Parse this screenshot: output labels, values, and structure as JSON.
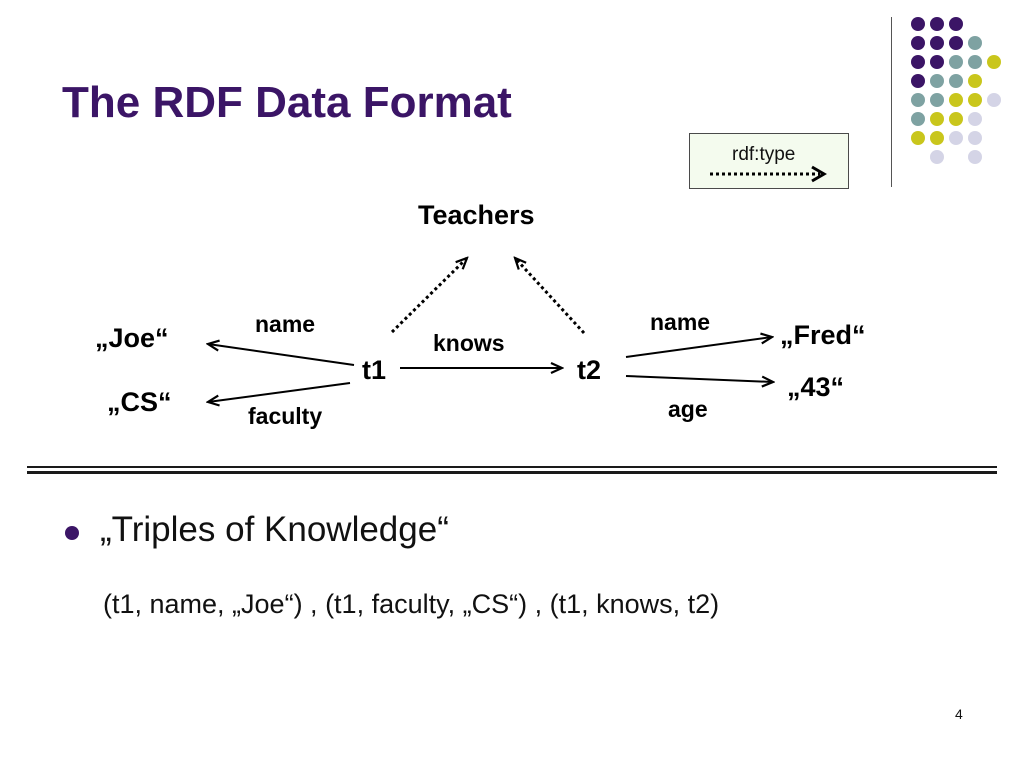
{
  "slide": {
    "title": "The RDF Data Format",
    "page_number": "4"
  },
  "legend": {
    "label": "rdf:type"
  },
  "diagram": {
    "nodes": {
      "teachers": "Teachers",
      "t1": "t1",
      "t2": "t2",
      "joe": "„Joe“",
      "cs": "„CS“",
      "fred": "„Fred“",
      "age_value": "„43“"
    },
    "edges": {
      "t1_name": "name",
      "t1_faculty": "faculty",
      "knows": "knows",
      "t2_name": "name",
      "t2_age": "age"
    }
  },
  "bullets": [
    {
      "text": "„Triples of Knowledge“"
    }
  ],
  "example_triples": "(t1, name, „Joe“) , (t1, faculty, „CS“) , (t1, knows, t2)",
  "decor": {
    "colors": {
      "purple": "#3b1566",
      "teal": "#7ea2a2",
      "olive": "#c9c61c",
      "lavender": "#d4d4e6"
    },
    "dot_grid": [
      [
        "purple",
        "purple",
        "purple",
        "",
        ""
      ],
      [
        "purple",
        "purple",
        "purple",
        "teal",
        ""
      ],
      [
        "purple",
        "purple",
        "teal",
        "teal",
        "olive"
      ],
      [
        "purple",
        "teal",
        "teal",
        "olive",
        ""
      ],
      [
        "teal",
        "teal",
        "olive",
        "olive",
        "lavender"
      ],
      [
        "teal",
        "olive",
        "olive",
        "lavender",
        ""
      ],
      [
        "olive",
        "olive",
        "lavender",
        "lavender",
        ""
      ],
      [
        "",
        "lavender",
        "",
        "lavender",
        ""
      ]
    ]
  }
}
